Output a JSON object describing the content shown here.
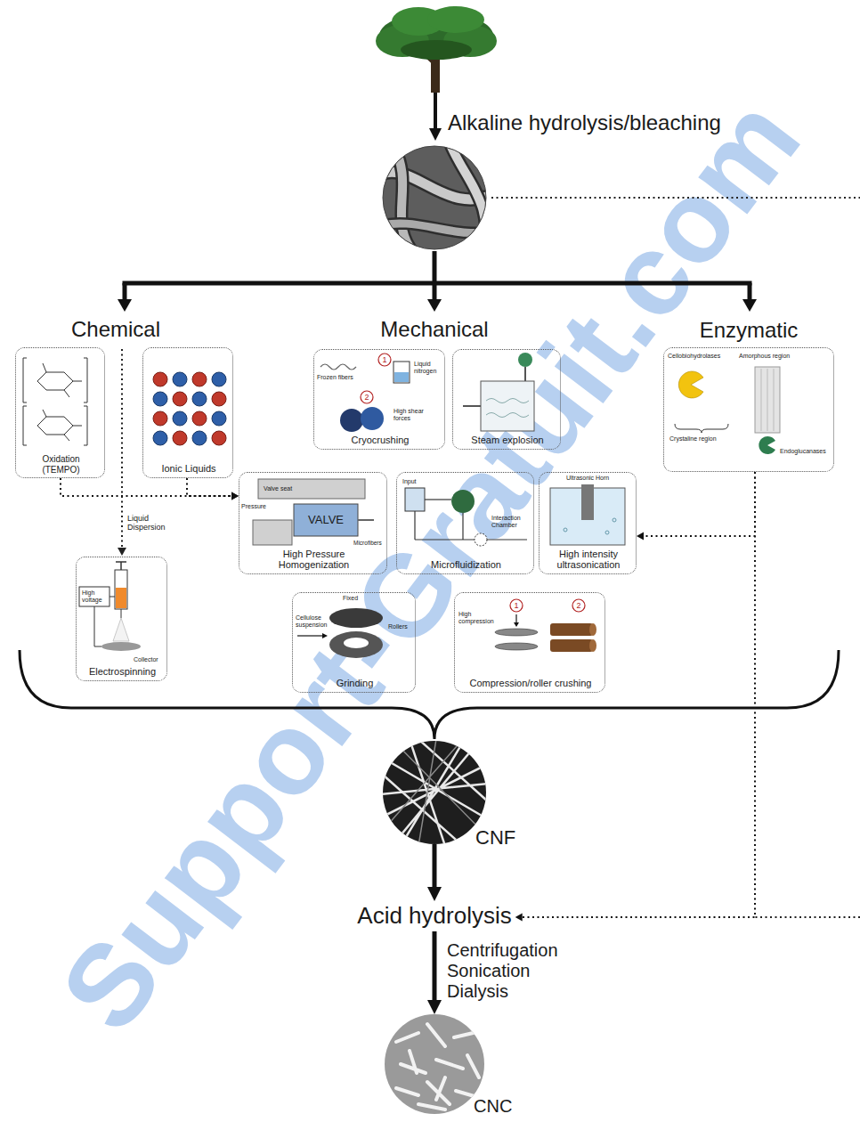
{
  "diagram": {
    "nodes": [
      {
        "text": [
          "Oxidation (TEMPO)"
        ]
      },
      {
        "text": [
          "Ionic Liquids"
        ]
      },
      {
        "text": [
          "Cryocrushing"
        ]
      },
      {
        "text": [
          "Steam explosion"
        ]
      },
      {
        "text": [
          "Enzymatic"
        ]
      },
      {
        "text": [
          "High Pressure Homogenization"
        ]
      },
      {
        "text": [
          "Microfluidization"
        ]
      },
      {
        "text": [
          "High intensity ultrasonication"
        ]
      },
      {
        "text": [
          "Electrospinning"
        ]
      },
      {
        "text": [
          "Grinding"
        ]
      },
      {
        "text": [
          "Compression/roller crushing"
        ]
      },
      {
        "text": [
          "CNF"
        ]
      },
      {
        "text": [
          "Acid hydrolysis"
        ]
      },
      {
        "text": [
          "CNC"
        ]
      }
    ],
    "edges": [
      {
        "from": 0,
        "to": 5,
        "arrow": "to"
      },
      {
        "from": 1,
        "to": 5,
        "arrow": "to"
      },
      {
        "from": 4,
        "to": 7,
        "arrow": "to"
      },
      {
        "from": 4,
        "to": 12,
        "arrow": "to"
      },
      {
        "from": 11,
        "to": 12,
        "arrow": "to"
      },
      {
        "from": 12,
        "to": 13,
        "label": "Centrifugation Sonication Dialysis",
        "arrow": "to"
      }
    ],
    "labels": [
      "Support-Gratuit.com",
      "Alkaline hydrolysis/bleaching",
      "Chemical",
      "Mechanical",
      "Liquid Dispersion",
      "1",
      "Liquid nitrogen",
      "Frozen fibers",
      "2",
      "High shear forces",
      "Cellobiohydrolases",
      "Amorphous region",
      "Crystaline region",
      "Endoglucanases",
      "Valve seat",
      "VALVE",
      "Pressure",
      "Microfibers",
      "Input",
      "Interaction Chamber",
      "Ultrasonic Horn",
      "High voltage",
      "Collector",
      "Fixed",
      "Cellulose suspension",
      "Rollers",
      "1",
      "High compression",
      "2"
    ]
  }
}
